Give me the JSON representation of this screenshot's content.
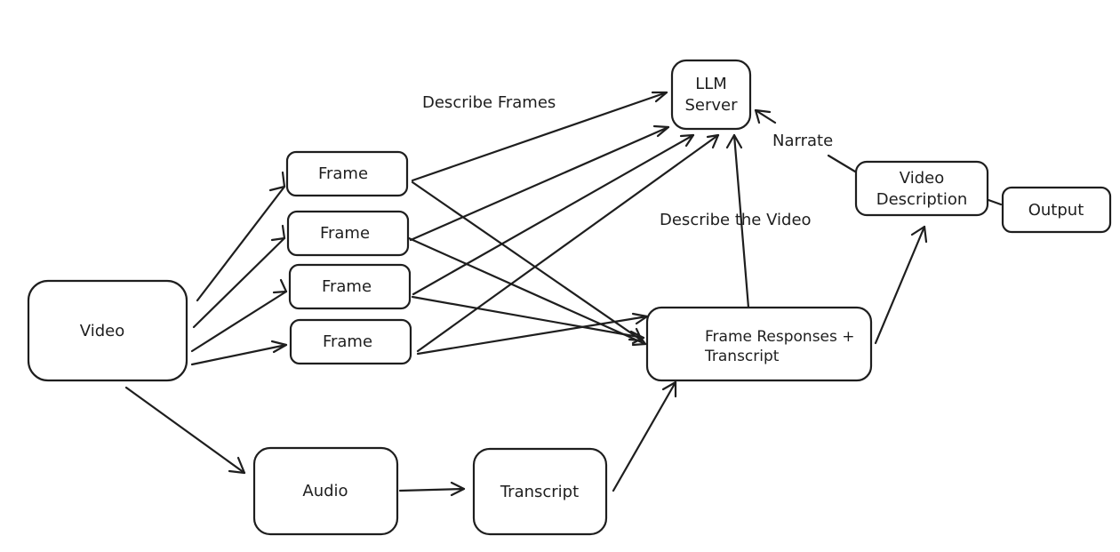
{
  "diagram": {
    "nodes": {
      "video": "Video",
      "frame1": "Frame",
      "frame2": "Frame",
      "frame3": "Frame",
      "frame4": "Frame",
      "audio": "Audio",
      "transcript": "Transcript",
      "llm_server": [
        "LLM",
        "Server"
      ],
      "frame_responses": [
        "Frame Responses +",
        "Transcript"
      ],
      "video_description": [
        "Video",
        "Description"
      ],
      "output": "Output"
    },
    "edge_labels": {
      "describe_frames": "Describe Frames",
      "describe_video": "Describe the Video",
      "narrate": "Narrate"
    },
    "colors": {
      "stroke": "#1e1e1e",
      "background": "#ffffff"
    }
  }
}
